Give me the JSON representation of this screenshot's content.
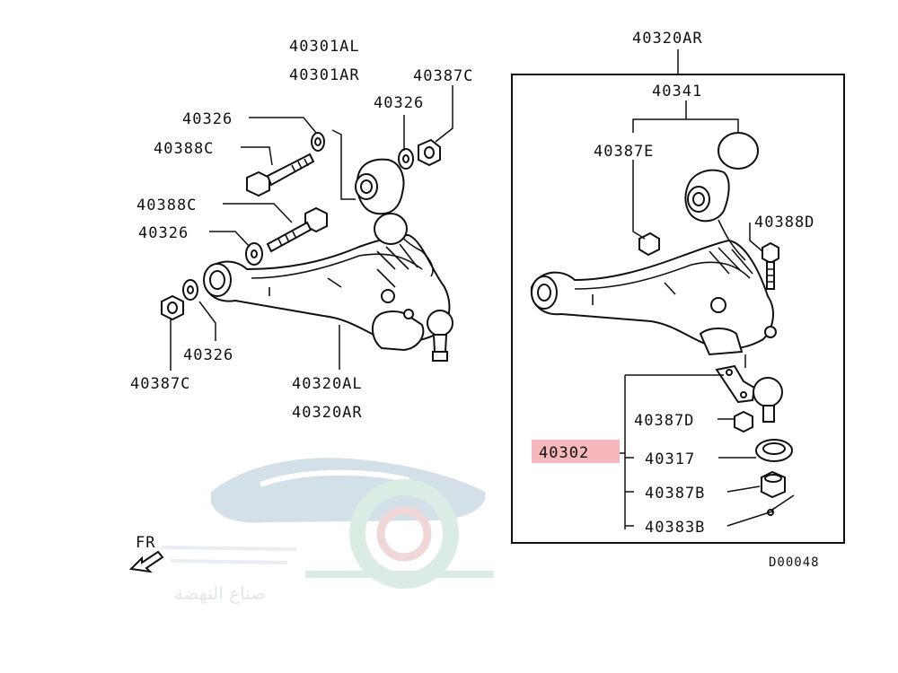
{
  "labels": {
    "l40301AL": "40301AL",
    "l40301AR": "40301AR",
    "l40387C_top": "40387C",
    "l40326_a": "40326",
    "l40326_b": "40326",
    "l40388C_a": "40388C",
    "l40388C_b": "40388C",
    "l40326_c": "40326",
    "l40326_d": "40326",
    "l40387C_bottom": "40387C",
    "l40320AL": "40320AL",
    "l40320AR_left": "40320AR",
    "l40320AR_top": "40320AR",
    "l40341": "40341",
    "l40387E": "40387E",
    "l40388D": "40388D",
    "l40387D": "40387D",
    "l40302": "40302",
    "l40317": "40317",
    "l40387B": "40387B",
    "l40383B": "40383B",
    "fr": "FR",
    "diagram_id": "D00048",
    "watermark": "صناع النهضة"
  },
  "colors": {
    "highlight": "#f6b8bc",
    "watermark_blue": "#cfdde6",
    "watermark_green": "#d8ebe3",
    "watermark_red": "#efd3d3"
  }
}
